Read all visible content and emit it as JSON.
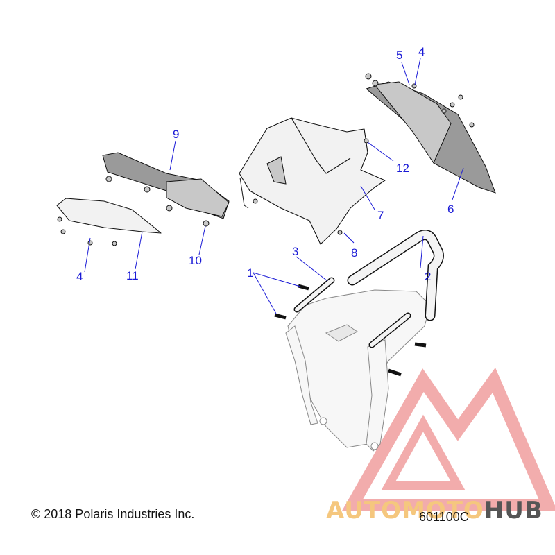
{
  "callouts": [
    {
      "label": "1"
    },
    {
      "label": "2"
    },
    {
      "label": "3"
    },
    {
      "label": "4"
    },
    {
      "label": "4"
    },
    {
      "label": "5"
    },
    {
      "label": "6"
    },
    {
      "label": "7"
    },
    {
      "label": "8"
    },
    {
      "label": "9"
    },
    {
      "label": "10"
    },
    {
      "label": "11"
    },
    {
      "label": "12"
    }
  ],
  "footer": {
    "copyright": "© 2018 Polaris Industries Inc.",
    "drawing_number": "601100C"
  },
  "watermark": {
    "part_a": "AUTOMOTO",
    "part_b": "HUB",
    "colors": {
      "triangle": "#e86a6a",
      "text_a": "#f5c77e",
      "text_b": "#555555"
    }
  },
  "colors": {
    "callout": "#1a1ad6",
    "line": "#111111"
  }
}
